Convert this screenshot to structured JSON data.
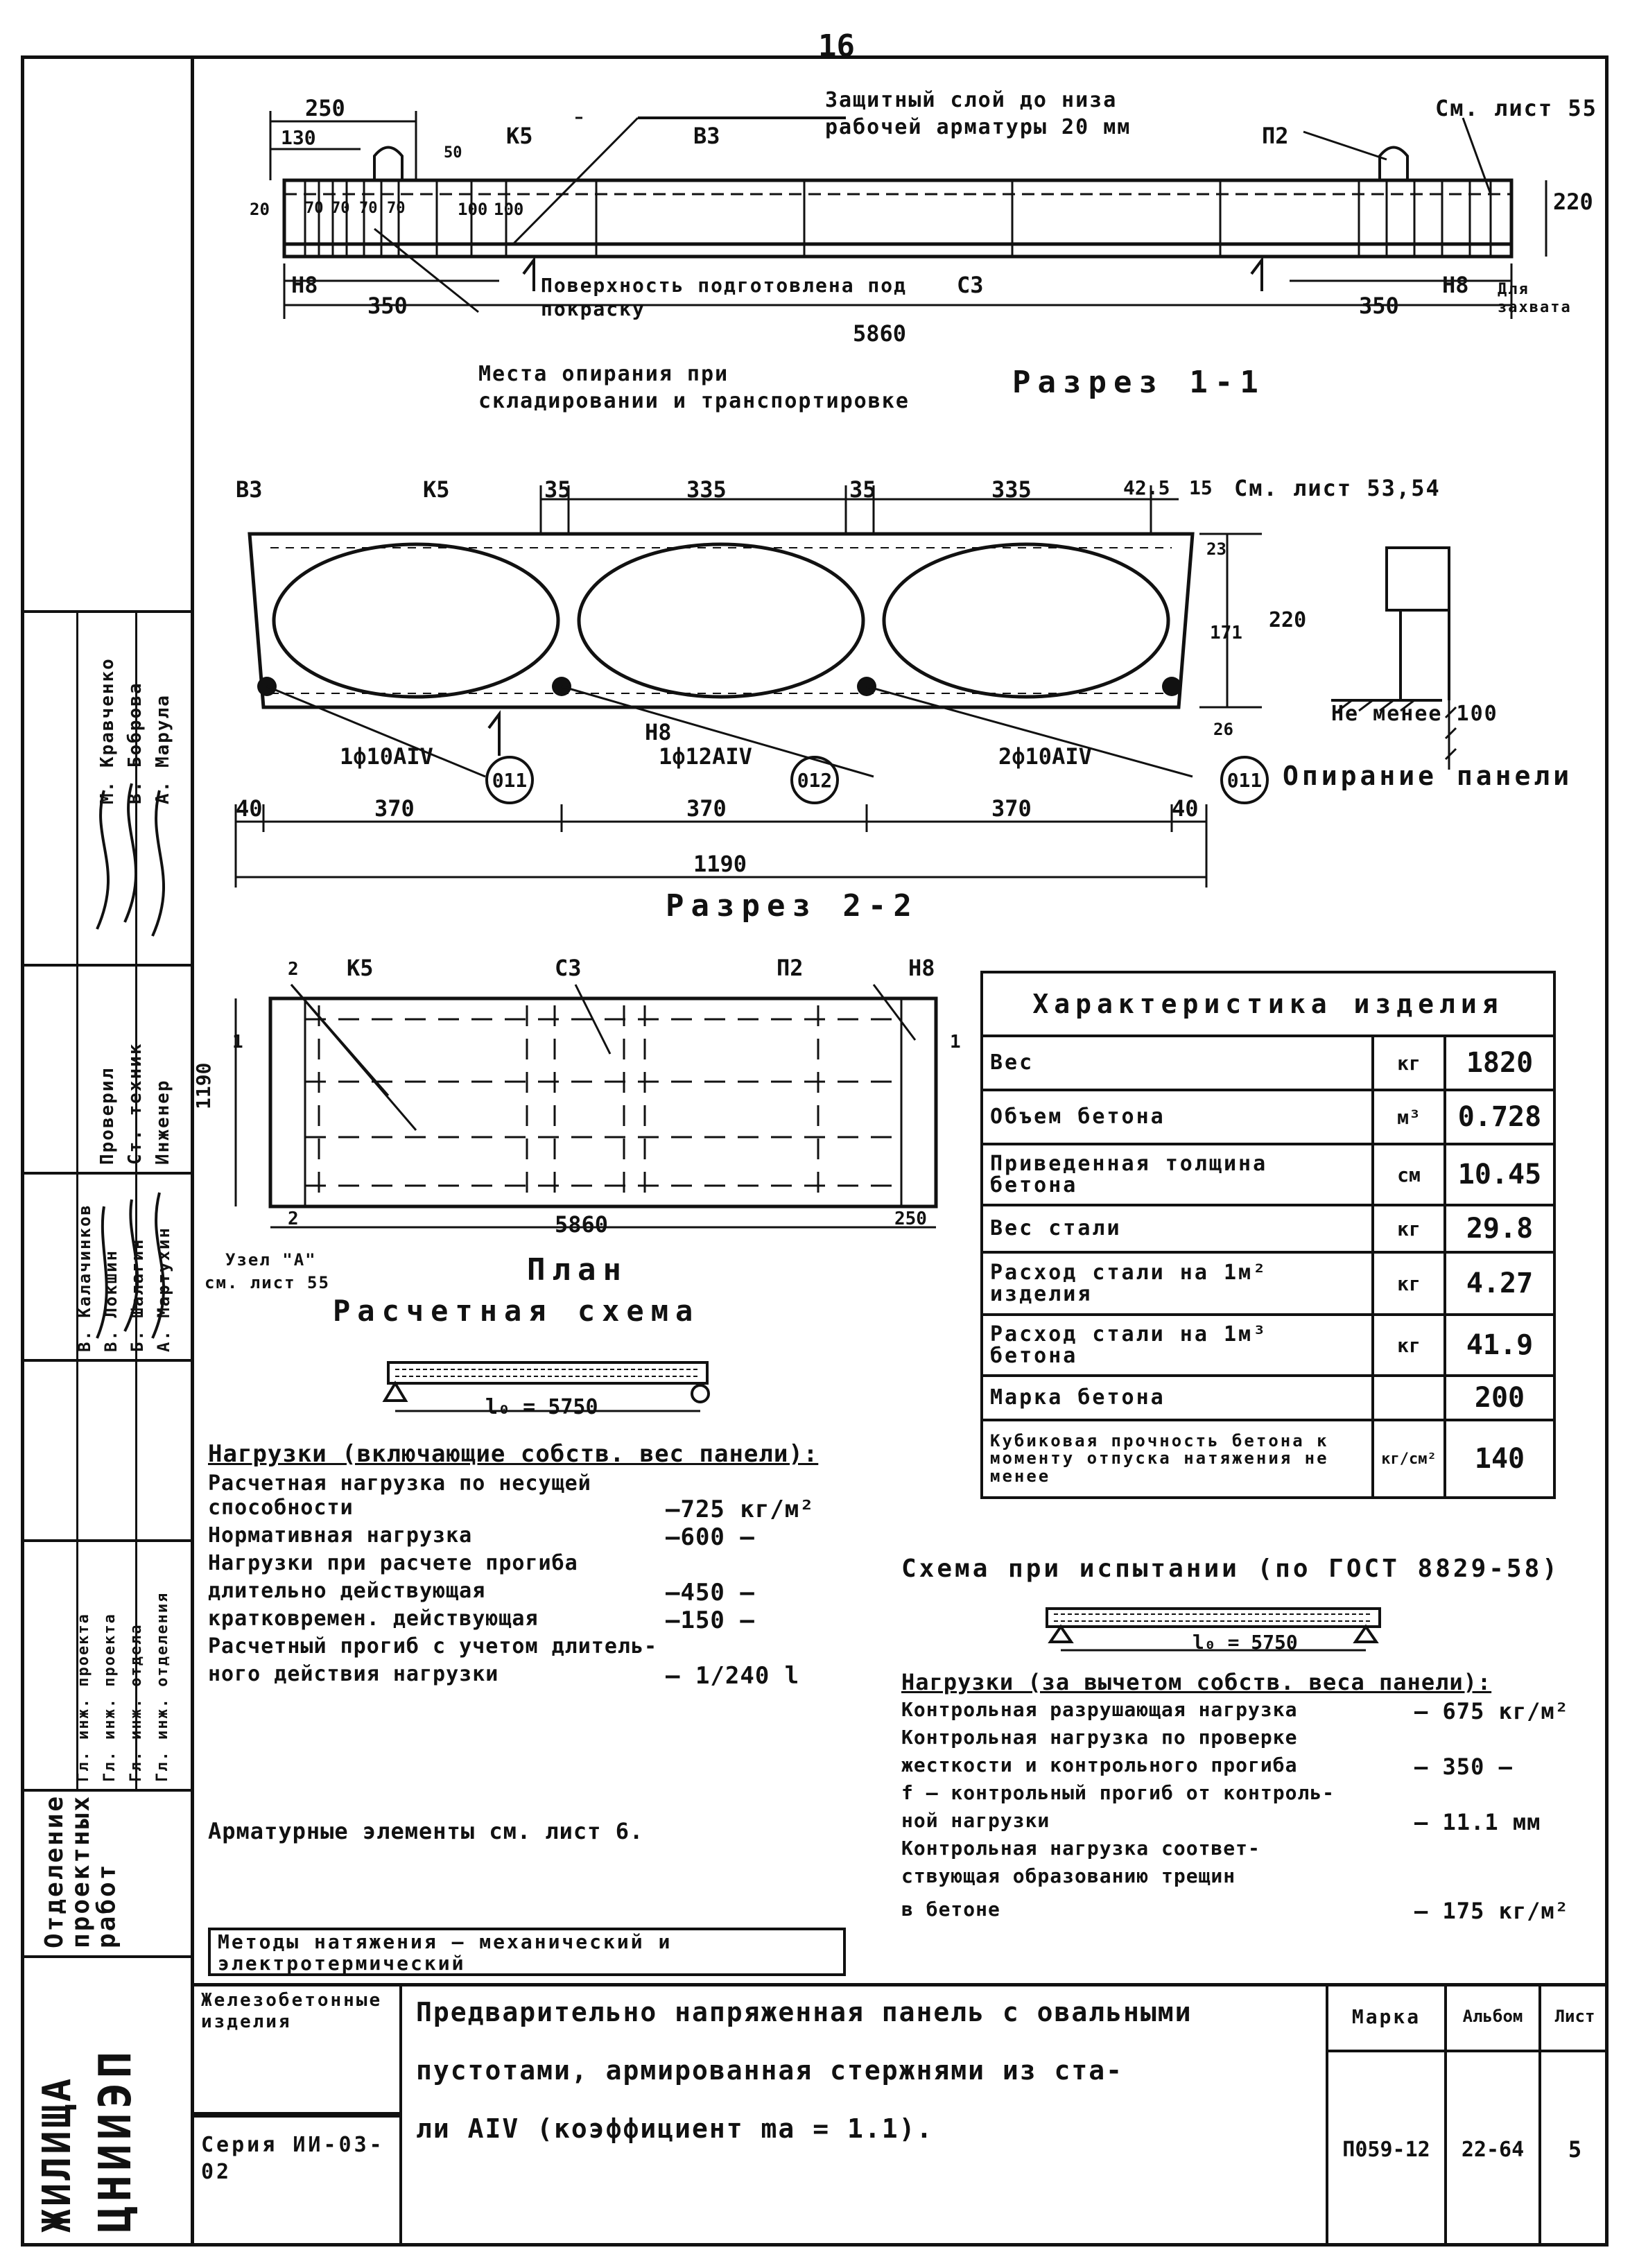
{
  "page_number": "16",
  "section1": {
    "title": "Разрез 1-1",
    "callout_cover": "Защитный слой до низа рабочей арматуры 20 мм",
    "callout_see_sheet": "См. лист 55",
    "callout_surface": "Поверхность подготовлена под покраску",
    "callout_supports": "Места опирания при складировании и транспортировке",
    "callout_grip": "Для захвата",
    "marks": {
      "k5": "К5",
      "v3": "В3",
      "p2": "П2",
      "n8": "Н8",
      "n8b": "Н8",
      "s3": "С3"
    },
    "dims": {
      "d250": "250",
      "d130": "130",
      "d20": "20",
      "d70a": "70",
      "d70b": "70",
      "d70c": "70",
      "d70d": "70",
      "d100a": "100",
      "d100b": "100",
      "d50": "50",
      "d350a": "350",
      "d350b": "350",
      "d5860": "5860",
      "d220": "220"
    }
  },
  "section2": {
    "title": "Разрез 2-2",
    "marks": {
      "v3": "В3",
      "k5": "К5",
      "n8": "Н8"
    },
    "see_sheet": "См. лист 53,54",
    "dims": {
      "d35a": "35",
      "d335a": "335",
      "d35b": "35",
      "d335b": "335",
      "d42_5": "42.5",
      "d15": "15",
      "d23": "23",
      "d171": "171",
      "d220": "220",
      "d26": "26",
      "d40a": "40",
      "d370a": "370",
      "d370b": "370",
      "d370c": "370",
      "d40b": "40",
      "d1190": "1190"
    },
    "rebar": {
      "left": "1ф10АIV",
      "mid": "1ф12АIV",
      "right": "2ф10АIV"
    },
    "circles": {
      "c1": "011",
      "c2": "012",
      "c3": "011"
    },
    "support_title": "Опирание панели",
    "support_min": "Не менее 100"
  },
  "plan": {
    "title": "План",
    "marks": {
      "r2a": "2",
      "k5": "К5",
      "s3": "С3",
      "p2": "П2",
      "n8": "Н8",
      "r2b": "2",
      "one_a": "1",
      "one_b": "1"
    },
    "dims": {
      "d1190": "1190",
      "d5860": "5860",
      "d250": "250"
    },
    "node_label": "Узел \"А\"",
    "node_sheet": "см. лист 55"
  },
  "calc": {
    "title": "Расчетная схема",
    "span": "l₀ = 5750",
    "loads_header": "Нагрузки (включающие собств. вес панели):",
    "rows": [
      {
        "label": "Расчетная нагрузка по несущей",
        "value": ""
      },
      {
        "label": "  способности",
        "value": "–725 кг/м²"
      },
      {
        "label": "Нормативная нагрузка",
        "value": "–600 –"
      },
      {
        "label": "Нагрузки при расчете прогиба",
        "value": ""
      },
      {
        "label": "  длительно действующая",
        "value": "–450 –"
      },
      {
        "label": "  кратковремен. действующая",
        "value": "–150 –"
      },
      {
        "label": "Расчетный прогиб с учетом длитель-",
        "value": ""
      },
      {
        "label": "  ного действия нагрузки",
        "value": "– 1/240 l"
      }
    ],
    "rebar_note": "Арматурные элементы см. лист 6."
  },
  "characteristics": {
    "title": "Характеристика изделия",
    "rows": [
      {
        "name": "Вес",
        "unit": "кг",
        "value": "1820"
      },
      {
        "name": "Объем бетона",
        "unit": "м³",
        "value": "0.728"
      },
      {
        "name": "Приведенная толщина бетона",
        "unit": "см",
        "value": "10.45"
      },
      {
        "name": "Вес стали",
        "unit": "кг",
        "value": "29.8"
      },
      {
        "name": "Расход стали на 1м² изделия",
        "unit": "кг",
        "value": "4.27"
      },
      {
        "name": "Расход стали на 1м³ бетона",
        "unit": "кг",
        "value": "41.9"
      },
      {
        "name": "Марка бетона",
        "unit": "",
        "value": "200"
      },
      {
        "name": "Кубиковая прочность бетона к моменту отпуска натяжения не менее",
        "unit": "кг/см²",
        "value": "140"
      }
    ]
  },
  "test": {
    "title": "Схема при испытании (по ГОСТ 8829-58)",
    "span": "l₀ = 5750",
    "loads_header": "Нагрузки (за вычетом собств. веса панели):",
    "rows": [
      {
        "label": "Контрольная разрушающая нагрузка",
        "value": "– 675 кг/м²"
      },
      {
        "label": "Контрольная нагрузка по проверке",
        "value": ""
      },
      {
        "label": "жесткости и контрольного прогиба",
        "value": "– 350 –"
      },
      {
        "label": "f – контрольный прогиб от контроль-",
        "value": ""
      },
      {
        "label": "  ной нагрузки",
        "value": "– 11.1 мм"
      },
      {
        "label": "Контрольная нагрузка соответ-",
        "value": ""
      },
      {
        "label": "  ствующая образованию трещин",
        "value": ""
      },
      {
        "label": "  в бетоне",
        "value": "– 175 кг/м²"
      }
    ]
  },
  "methods": "Методы натяжения – механический и электротермический",
  "title_block": {
    "org1": "ЦНИИЭП",
    "org2": "ЖИЛИЩА",
    "dept": "Отделение проектных работ",
    "series_label": "Железобетонные изделия",
    "series_value": "Серия ИИ-03-02",
    "description_1": "Предварительно напряженная панель с овальными",
    "description_2": "пустотами, армированная стержнями из ста-",
    "description_3": "ли АIV (коэффициент mа = 1.1).",
    "mark_h": "Марка",
    "album_h": "Альбом",
    "sheet_h": "Лист",
    "mark_v": "П059-12",
    "album_v": "22-64",
    "sheet_v": "5"
  },
  "left_strip": {
    "roles": [
      "Гл. инж. отделения",
      "Гл. инж. отдела",
      "Гл. инж. проекта",
      "Гл. инж. проекта"
    ],
    "people": [
      "А. Мартухин",
      "Б. Шалагин",
      "В. Локшин",
      "В. Калачинков"
    ],
    "roles2": [
      "Инженер",
      "Ст. техник",
      "Проверил"
    ],
    "people2": [
      "А. Марула",
      "В. Боброва",
      "М. Кравченко"
    ]
  }
}
